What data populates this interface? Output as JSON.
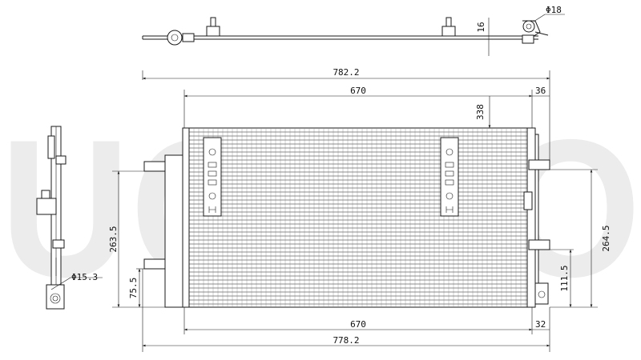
{
  "watermark": {
    "text": "UOTEO",
    "color": "#ececec"
  },
  "dimensions": {
    "top_height": "16",
    "fitting_diameter_top": "Φ18",
    "overall_width_top": "782.2",
    "core_width_top": "670",
    "right_offset_top": "36",
    "bracket_spacing": "338",
    "left_bracket_height": "263.5",
    "left_lower_height": "75.5",
    "right_bracket_height": "264.5",
    "right_lower_height": "111.5",
    "core_width_bottom": "670",
    "right_offset_bottom": "32",
    "overall_width_bottom": "778.2",
    "fitting_diameter_side": "Φ15.3"
  },
  "colors": {
    "line": "#1a1a1a",
    "background": "#ffffff"
  }
}
